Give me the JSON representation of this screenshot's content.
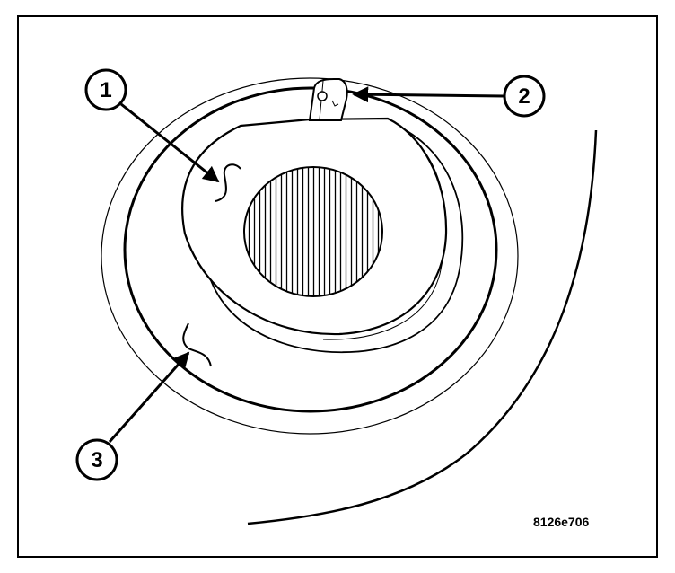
{
  "callouts": [
    {
      "label": "1"
    },
    {
      "label": "2"
    },
    {
      "label": "3"
    }
  ],
  "reference_code": "8126e706"
}
